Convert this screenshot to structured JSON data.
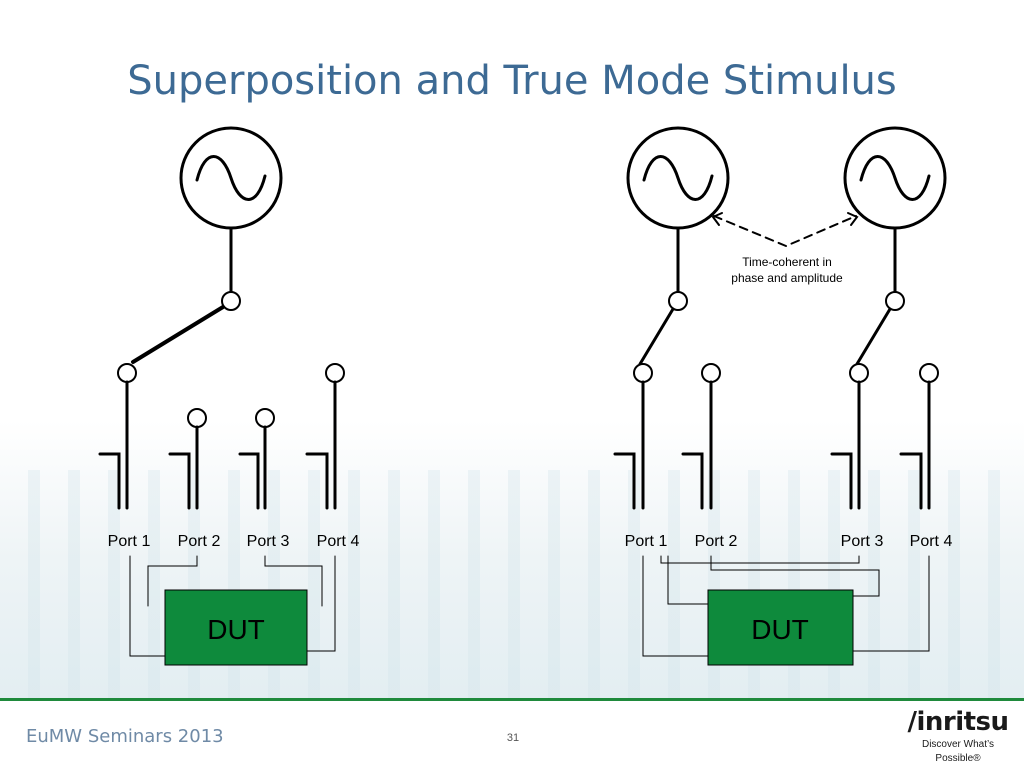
{
  "slide": {
    "title": "Superposition and True Mode Stimulus",
    "footer_left": "EuMW Seminars 2013",
    "page_number": "31",
    "logo_text": "/inritsu",
    "logo_tagline": "Discover What’s Possible®"
  },
  "left_diagram": {
    "ports": [
      "Port 1",
      "Port 2",
      "Port 3",
      "Port 4"
    ],
    "dut_label": "DUT"
  },
  "right_diagram": {
    "ports": [
      "Port 1",
      "Port 2",
      "Port 3",
      "Port 4"
    ],
    "dut_label": "DUT",
    "annotation_line1": "Time-coherent in",
    "annotation_line2": "phase and amplitude"
  },
  "colors": {
    "title": "#3d6a94",
    "dut_fill": "#0e8a3c",
    "footer_line": "#1f8a3c"
  }
}
